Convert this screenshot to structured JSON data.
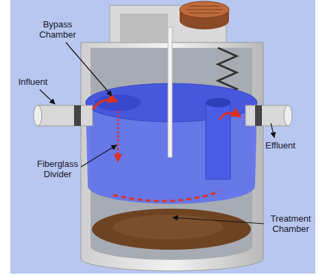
{
  "diagram": {
    "labels": [
      "Bypass Chamber",
      "Influent",
      "Effluent",
      "Fiberglass Divider",
      "Treatment Chamber"
    ]
  }
}
